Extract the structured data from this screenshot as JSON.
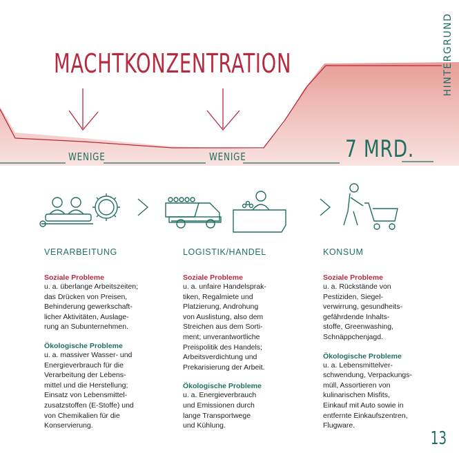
{
  "heading": "MACHTKONZENTRATION",
  "side_label": "HINTERGRUND",
  "diagram": {
    "label_left": "WENIGE",
    "label_mid": "WENIGE",
    "label_right": "7 MRD."
  },
  "columns": [
    {
      "title": "VERARBEITUNG",
      "social_heading": "Soziale Probleme",
      "social_text": "u. a. überlange Arbeitszeiten;\ndas Drücken von Preisen,\nBehinderung gewerkschaft-\nlicher Aktivitäten, Auslage-\nrung an Subunternehmen.",
      "eco_heading": "Ökologische Probleme",
      "eco_text": "u. a. massiver Wasser- und\nEnergieverbrauch für die\nVerarbeitung der Lebens-\nmittel und die Herstellung;\nEinsatz von Lebensmittel-\nzusatzstoffen (E-Stoffe) und\nvon Chemikalien für die\nKonservierung."
    },
    {
      "title": "LOGISTIK/HANDEL",
      "social_heading": "Soziale Probleme",
      "social_text": "u. a. unfaire Handelsprak-\ntiken, Regalmiete und\nPlatzierung, Androhung\nvon Auslistung, also dem\nStreichen aus dem Sorti-\nment; unverantwortliche\nPreispolitik des Handels;\nArbeitsverdichtung und\nPrekarisierung der Arbeit.",
      "eco_heading": "Ökologische Probleme",
      "eco_text": "u. a. Energieverbrauch\nund Emissionen durch\nlange Transportwege\nund Kühlung."
    },
    {
      "title": "KONSUM",
      "social_heading": "Soziale Probleme",
      "social_text": "u. a. Rückstände von\nPestiziden, Siegel-\nverwirrung, gesundheits-\ngefährdende Inhalts-\nstoffe, Greenwashing,\nSchnäppchenjagd.",
      "eco_heading": "Ökologische Probleme",
      "eco_text": "u. a. Lebensmittelver-\nschwendung, Verpackungs-\nmüll, Assortieren von\nkulinarischen Misfits,\nEinkauf mit Auto sowie in\nentfernte Einkaufszentren,\nFlugware."
    }
  ],
  "page_number": "13",
  "colors": {
    "accent_red": "#b52a3f",
    "accent_green": "#1f6f62",
    "fill_pink": "#f3c9c6"
  }
}
